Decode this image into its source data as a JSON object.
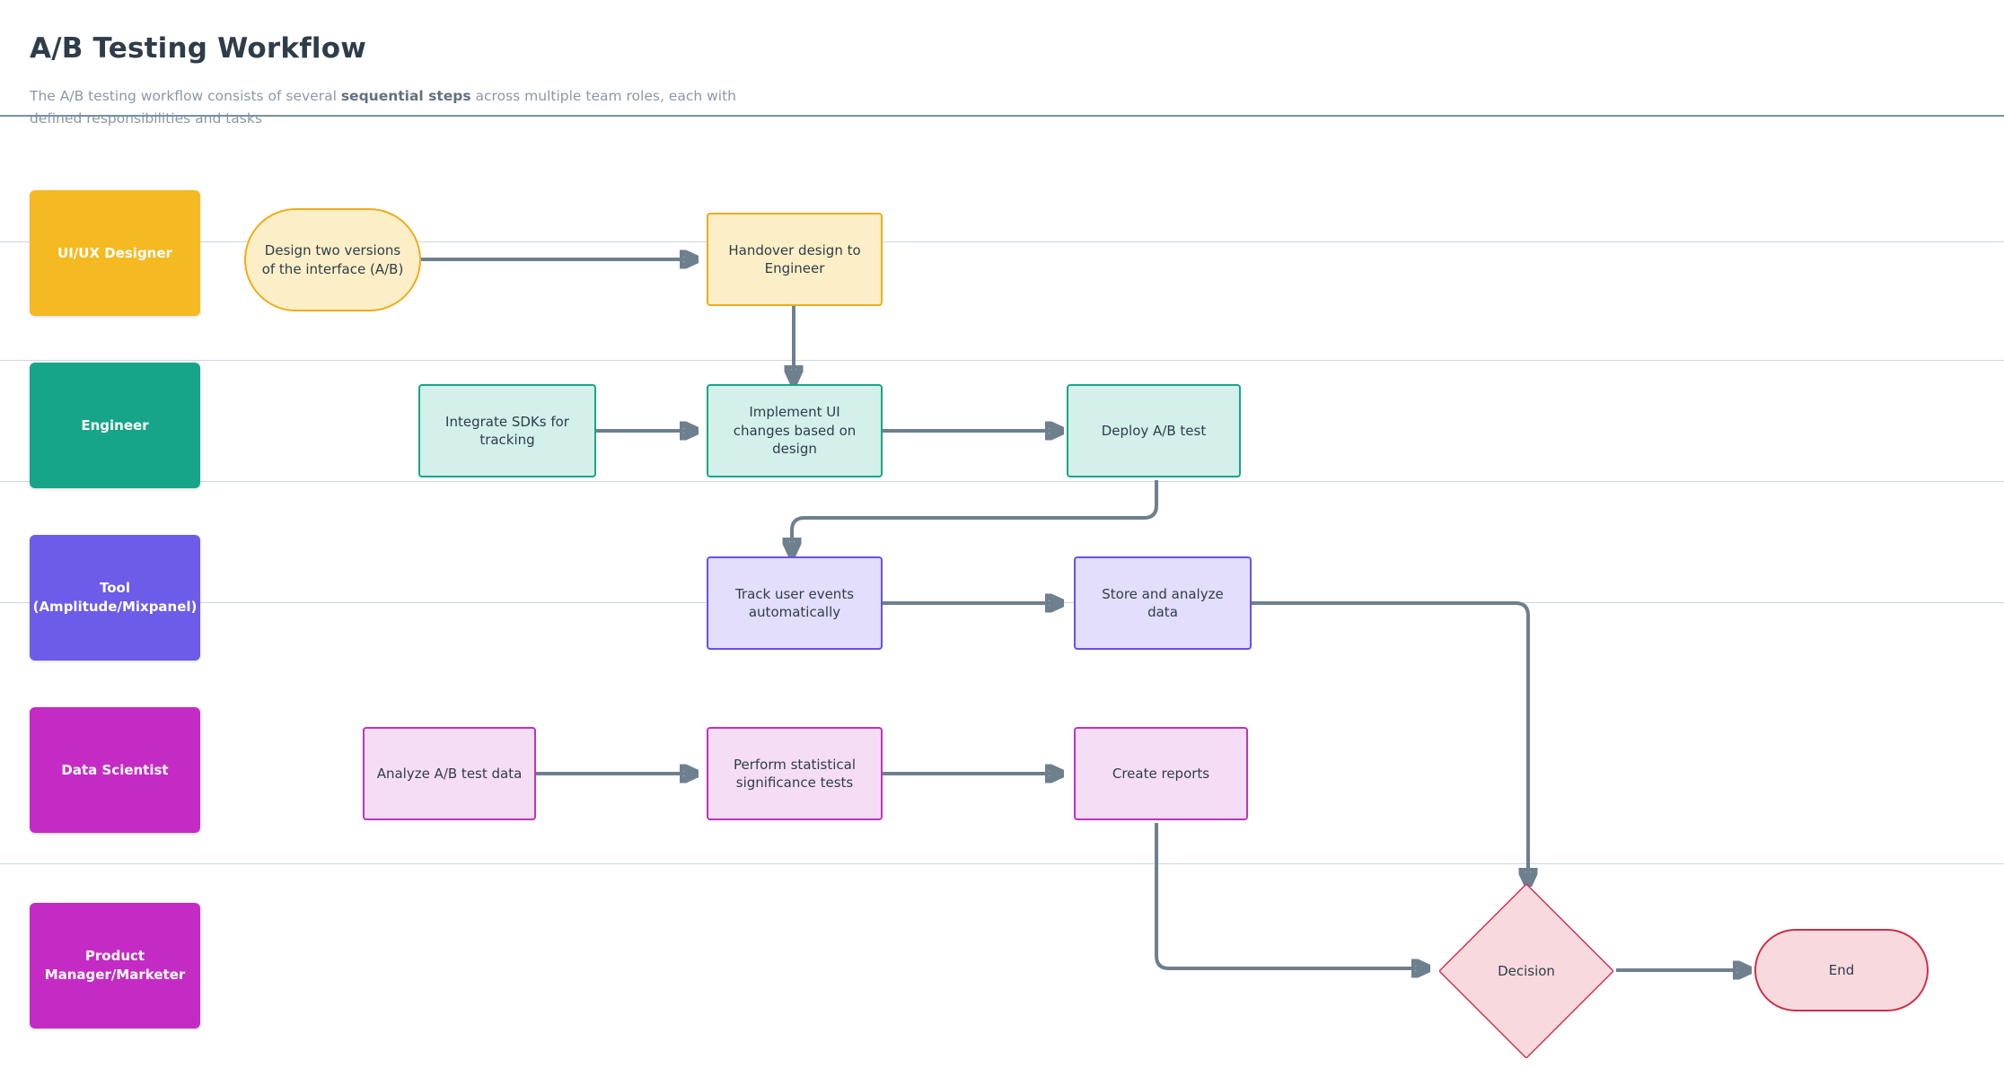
{
  "header": {
    "title": "A/B Testing Workflow",
    "subtitle_prefix": "The A/B testing workflow consists of several ",
    "subtitle_bold": "sequential steps",
    "subtitle_suffix": " across multiple team roles, each with defined responsibilities and tasks"
  },
  "palette": {
    "background": "#ffffff",
    "title_color": "#2e3d49",
    "subtitle_color": "#8a99a8",
    "edge_color": "#6e7f8e",
    "lane_divider": "#cdd6e0",
    "lane_top_rule": "#78909f",
    "designer_lane": "#f5b921",
    "engineer_lane": "#17a589",
    "tool_lane": "#6c5ce7",
    "data_scientist_lane": "#c42bc4",
    "product_manager_lane": "#c42bc4",
    "designer_node_fill": "#fcefc7",
    "designer_node_border": "#eead1b",
    "engineer_node_fill": "#d3f0ea",
    "engineer_node_border": "#17a589",
    "tool_node_fill": "#e2defc",
    "tool_node_border": "#6c4ee7",
    "data_node_fill": "#f6ddf6",
    "data_node_border": "#bf33bf",
    "decision_fill": "#f8dade",
    "decision_border": "#cc2f4a",
    "end_fill": "#f8dade",
    "end_border": "#cc2f4a"
  },
  "lanes": [
    {
      "id": "designer",
      "label": "UI/UX Designer"
    },
    {
      "id": "engineer",
      "label": "Engineer"
    },
    {
      "id": "tool",
      "label": "Tool\n(Amplitude/Mixpanel)"
    },
    {
      "id": "data_scientist",
      "label": "Data Scientist"
    },
    {
      "id": "product_manager",
      "label": "Product\nManager/Marketer"
    }
  ],
  "lane_labels": {
    "designer": "UI/UX Designer",
    "engineer": "Engineer",
    "tool_line1": "Tool",
    "tool_line2": "(Amplitude/Mixpanel)",
    "data_scientist": "Data Scientist",
    "product_manager_line1": "Product",
    "product_manager_line2": "Manager/Marketer"
  },
  "nodes": {
    "design_versions": {
      "label": "Design two versions\nof the interface (A/B)",
      "shape": "stadium",
      "lane": "designer"
    },
    "handover": {
      "label": "Handover design to\nEngineer",
      "shape": "rect",
      "lane": "designer"
    },
    "integrate_sdks": {
      "label": "Integrate SDKs for\ntracking",
      "shape": "rect",
      "lane": "engineer"
    },
    "implement_ui": {
      "label": "Implement UI\nchanges based on\ndesign",
      "shape": "rect",
      "lane": "engineer"
    },
    "deploy_test": {
      "label": "Deploy A/B test",
      "shape": "rect",
      "lane": "engineer"
    },
    "track_events": {
      "label": "Track user events\nautomatically",
      "shape": "rect",
      "lane": "tool"
    },
    "store_analyze": {
      "label": "Store and analyze\ndata",
      "shape": "rect",
      "lane": "tool"
    },
    "analyze_ab": {
      "label": "Analyze A/B test data",
      "shape": "rect",
      "lane": "data_scientist"
    },
    "significance": {
      "label": "Perform statistical\nsignificance tests",
      "shape": "rect",
      "lane": "data_scientist"
    },
    "create_reports": {
      "label": "Create reports",
      "shape": "rect",
      "lane": "data_scientist"
    },
    "decision": {
      "label": "Decision",
      "shape": "diamond",
      "lane": "product_manager"
    },
    "end": {
      "label": "End",
      "shape": "stadium",
      "lane": "product_manager"
    }
  },
  "node_text": {
    "design_versions_l1": "Design two versions",
    "design_versions_l2": "of the interface (A/B)",
    "handover_l1": "Handover design to",
    "handover_l2": "Engineer",
    "integrate_sdks_l1": "Integrate SDKs for",
    "integrate_sdks_l2": "tracking",
    "implement_ui_l1": "Implement UI",
    "implement_ui_l2": "changes based on",
    "implement_ui_l3": "design",
    "deploy_test": "Deploy A/B test",
    "track_events_l1": "Track user events",
    "track_events_l2": "automatically",
    "store_analyze_l1": "Store and analyze",
    "store_analyze_l2": "data",
    "analyze_ab": "Analyze A/B test data",
    "significance_l1": "Perform statistical",
    "significance_l2": "significance tests",
    "create_reports": "Create reports",
    "decision": "Decision",
    "end": "End"
  },
  "edges": [
    {
      "from": "design_versions",
      "to": "handover",
      "type": "horizontal"
    },
    {
      "from": "handover",
      "to": "implement_ui",
      "type": "vertical"
    },
    {
      "from": "integrate_sdks",
      "to": "implement_ui",
      "type": "horizontal"
    },
    {
      "from": "implement_ui",
      "to": "deploy_test",
      "type": "horizontal"
    },
    {
      "from": "deploy_test",
      "to": "track_events",
      "type": "elbow"
    },
    {
      "from": "track_events",
      "to": "store_analyze",
      "type": "horizontal"
    },
    {
      "from": "store_analyze",
      "to": "decision",
      "type": "elbow"
    },
    {
      "from": "analyze_ab",
      "to": "significance",
      "type": "horizontal"
    },
    {
      "from": "significance",
      "to": "create_reports",
      "type": "horizontal"
    },
    {
      "from": "create_reports",
      "to": "decision",
      "type": "elbow"
    },
    {
      "from": "decision",
      "to": "end",
      "type": "horizontal"
    }
  ]
}
